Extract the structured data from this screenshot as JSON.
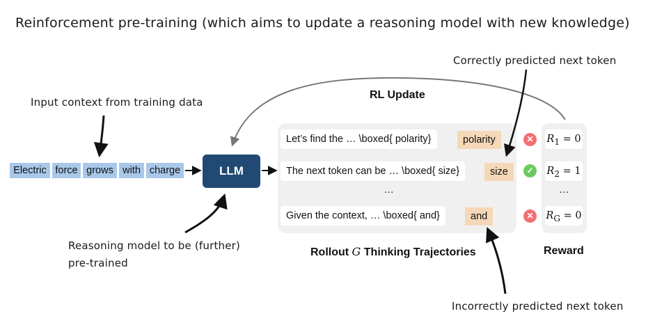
{
  "title": "Reinforcement pre-training (which aims to update a reasoning model with new knowledge)",
  "annotations": {
    "input_context": "Input context from training data",
    "reasoning_model_line1": "Reasoning model to be (further)",
    "reasoning_model_line2": "pre-trained",
    "correct_token": "Correctly predicted next token",
    "incorrect_token": "Incorrectly predicted next token"
  },
  "input_tokens": [
    "Electric",
    "force",
    "grows",
    "with",
    "charge"
  ],
  "llm_label": "LLM",
  "rl_update_label": "RL Update",
  "rollouts": [
    {
      "text": "Let’s find the … \\boxed{ polarity}",
      "prediction": "polarity",
      "status": "✕",
      "status_meaning": "incorrect"
    },
    {
      "text": "The next token can be … \\boxed{ size}",
      "prediction": "size",
      "status": "✓",
      "status_meaning": "correct"
    },
    {
      "text": "Given the context, … \\boxed{ and}",
      "prediction": "and",
      "status": "✕",
      "status_meaning": "incorrect"
    }
  ],
  "rollout_ellipsis": "…",
  "rewards": [
    {
      "name": "R",
      "sub": "1",
      "eq": " = 0"
    },
    {
      "name": "R",
      "sub": "2",
      "eq": " = 1"
    },
    {
      "name": "R",
      "sub": "G",
      "eq": " = 0"
    }
  ],
  "reward_ellipsis": "…",
  "rollout_caption": {
    "prefix": "Rollout ",
    "var": "G",
    "suffix": " Thinking Trajectories"
  },
  "reward_caption": "Reward",
  "colors": {
    "token_bg": "#a8c8ea",
    "llm_bg": "#204a74",
    "panel_bg": "#f0f0f0",
    "prediction_bg": "#f5d8b8",
    "incorrect": "#f07074",
    "correct": "#6ccb60"
  }
}
